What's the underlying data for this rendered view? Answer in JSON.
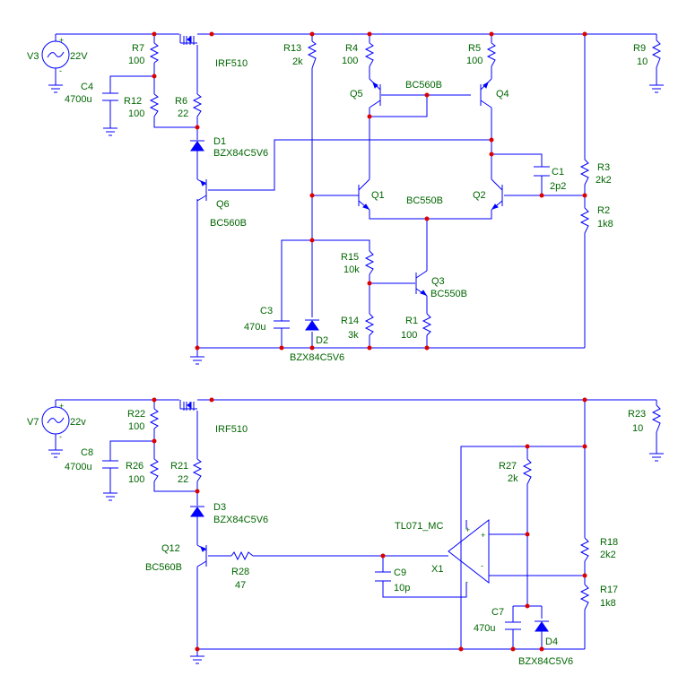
{
  "circuit1": {
    "V3": {
      "ref": "V3",
      "value": "22V"
    },
    "R7": {
      "ref": "R7",
      "value": "100"
    },
    "R12": {
      "ref": "R12",
      "value": "100"
    },
    "C4": {
      "ref": "C4",
      "value": "4700u"
    },
    "R6": {
      "ref": "R6",
      "value": "22"
    },
    "M1": {
      "part": "IRF510"
    },
    "D1": {
      "ref": "D1",
      "part": "BZX84C5V6"
    },
    "Q6": {
      "ref": "Q6",
      "part": "BC560B"
    },
    "R13": {
      "ref": "R13",
      "value": "2k"
    },
    "R4": {
      "ref": "R4",
      "value": "100"
    },
    "R5": {
      "ref": "R5",
      "value": "100"
    },
    "Q5": {
      "ref": "Q5"
    },
    "Q4": {
      "ref": "Q4"
    },
    "pnp_part": "BC560B",
    "R9": {
      "ref": "R9",
      "value": "10"
    },
    "C1": {
      "ref": "C1",
      "value": "2p2"
    },
    "R3": {
      "ref": "R3",
      "value": "2k2"
    },
    "R2": {
      "ref": "R2",
      "value": "1k8"
    },
    "Q1": {
      "ref": "Q1"
    },
    "Q2": {
      "ref": "Q2"
    },
    "npn_part": "BC550B",
    "R15": {
      "ref": "R15",
      "value": "10k"
    },
    "Q3": {
      "ref": "Q3",
      "part": "BC550B"
    },
    "C3": {
      "ref": "C3",
      "value": "470u"
    },
    "D2": {
      "ref": "D2",
      "part": "BZX84C5V6"
    },
    "R14": {
      "ref": "R14",
      "value": "3k"
    },
    "R1": {
      "ref": "R1",
      "value": "100"
    }
  },
  "circuit2": {
    "V7": {
      "ref": "V7",
      "value": "22v"
    },
    "R22": {
      "ref": "R22",
      "value": "100"
    },
    "R26": {
      "ref": "R26",
      "value": "100"
    },
    "C8": {
      "ref": "C8",
      "value": "4700u"
    },
    "R21": {
      "ref": "R21",
      "value": "22"
    },
    "M2": {
      "part": "IRF510"
    },
    "D3": {
      "ref": "D3",
      "part": "BZX84C5V6"
    },
    "Q12": {
      "ref": "Q12",
      "part": "BC560B"
    },
    "R28": {
      "ref": "R28",
      "value": "47"
    },
    "R23": {
      "ref": "R23",
      "value": "10"
    },
    "R27": {
      "ref": "R27",
      "value": "2k"
    },
    "X1": {
      "ref": "X1",
      "part": "TL071_MC"
    },
    "C9": {
      "ref": "C9",
      "value": "10p"
    },
    "R18": {
      "ref": "R18",
      "value": "2k2"
    },
    "R17": {
      "ref": "R17",
      "value": "1k8"
    },
    "C7": {
      "ref": "C7",
      "value": "470u"
    },
    "D4": {
      "ref": "D4",
      "part": "BZX84C5V6"
    }
  },
  "symbols": {
    "plus": "+",
    "minus": "-"
  }
}
